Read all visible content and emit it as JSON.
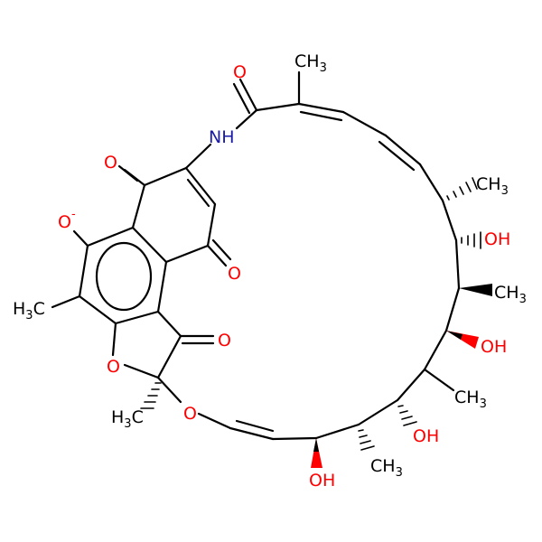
{
  "molecule": {
    "labels": {
      "ch3_top": "CH3",
      "nh": "NH",
      "o_amide": "O",
      "o_quinone_top": "O",
      "o_phenoxide": "O",
      "phenoxide_charge": "-",
      "o_quinone_right": "O",
      "h3c_left": "H3C",
      "o_furanone": "O",
      "o_ring": "O",
      "h3c_quat": "H3C",
      "o_ether": "O",
      "ch3_c1": "CH3",
      "oh_1": "OH",
      "ch3_c2": "CH3",
      "oh_2": "OH",
      "ch3_c3": "CH3",
      "oh_3": "OH",
      "ch3_c4": "CH3",
      "oh_4": "OH"
    },
    "colors": {
      "bond": "#000000",
      "oxygen": "#ff0000",
      "nitrogen": "#1a1aa6",
      "carbon_label": "#000000"
    }
  }
}
